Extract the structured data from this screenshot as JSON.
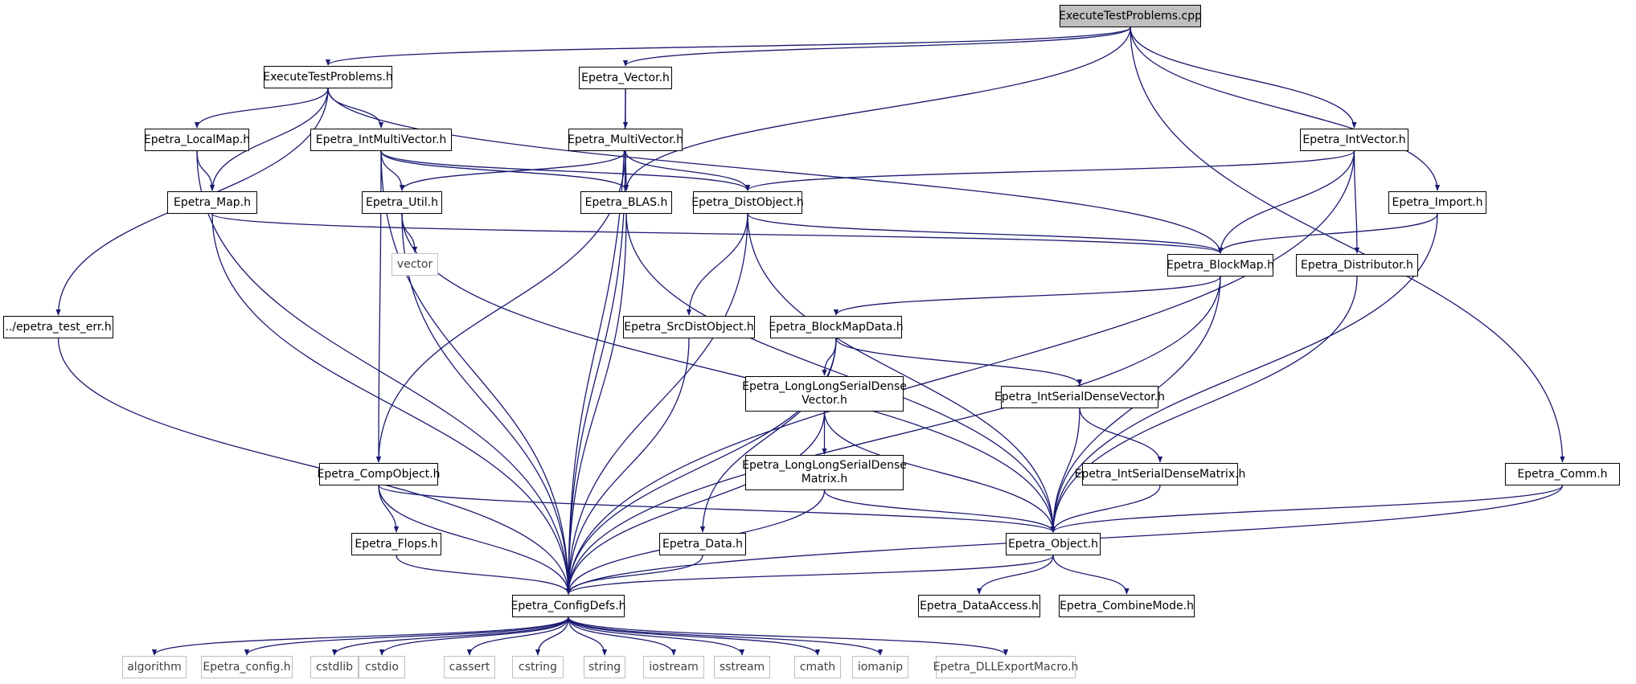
{
  "colors": {
    "edge": "#191970",
    "node_border": "#000000",
    "external_border": "#bfbfbf",
    "root_fill": "#bfbfbf"
  },
  "nodes": [
    {
      "id": "root",
      "label": "ExecuteTestProblems.cpp",
      "kind": "root"
    },
    {
      "id": "etp_h",
      "label": "ExecuteTestProblems.h",
      "kind": "file"
    },
    {
      "id": "vector_h",
      "label": "Epetra_Vector.h",
      "kind": "file"
    },
    {
      "id": "localmap",
      "label": "Epetra_LocalMap.h",
      "kind": "file"
    },
    {
      "id": "intmv",
      "label": "Epetra_IntMultiVector.h",
      "kind": "file"
    },
    {
      "id": "mv",
      "label": "Epetra_MultiVector.h",
      "kind": "file"
    },
    {
      "id": "intvec",
      "label": "Epetra_IntVector.h",
      "kind": "file"
    },
    {
      "id": "map",
      "label": "Epetra_Map.h",
      "kind": "file"
    },
    {
      "id": "util",
      "label": "Epetra_Util.h",
      "kind": "file"
    },
    {
      "id": "blas",
      "label": "Epetra_BLAS.h",
      "kind": "file"
    },
    {
      "id": "distobj",
      "label": "Epetra_DistObject.h",
      "kind": "file"
    },
    {
      "id": "import",
      "label": "Epetra_Import.h",
      "kind": "file"
    },
    {
      "id": "vector_std",
      "label": "vector",
      "kind": "external"
    },
    {
      "id": "blockmap",
      "label": "Epetra_BlockMap.h",
      "kind": "file"
    },
    {
      "id": "distributor",
      "label": "Epetra_Distributor.h",
      "kind": "file"
    },
    {
      "id": "testerr",
      "label": "../epetra_test_err.h",
      "kind": "file"
    },
    {
      "id": "srcdist",
      "label": "Epetra_SrcDistObject.h",
      "kind": "file"
    },
    {
      "id": "bmdata",
      "label": "Epetra_BlockMapData.h",
      "kind": "file"
    },
    {
      "id": "llsdv",
      "label": "Epetra_LongLongSerialDense\nVector.h",
      "kind": "file"
    },
    {
      "id": "isdv",
      "label": "Epetra_IntSerialDenseVector.h",
      "kind": "file"
    },
    {
      "id": "compobj",
      "label": "Epetra_CompObject.h",
      "kind": "file"
    },
    {
      "id": "llsdm",
      "label": "Epetra_LongLongSerialDense\nMatrix.h",
      "kind": "file"
    },
    {
      "id": "isdm",
      "label": "Epetra_IntSerialDenseMatrix.h",
      "kind": "file"
    },
    {
      "id": "comm",
      "label": "Epetra_Comm.h",
      "kind": "file"
    },
    {
      "id": "flops",
      "label": "Epetra_Flops.h",
      "kind": "file"
    },
    {
      "id": "data",
      "label": "Epetra_Data.h",
      "kind": "file"
    },
    {
      "id": "object",
      "label": "Epetra_Object.h",
      "kind": "file"
    },
    {
      "id": "configdefs",
      "label": "Epetra_ConfigDefs.h",
      "kind": "file"
    },
    {
      "id": "dataaccess",
      "label": "Epetra_DataAccess.h",
      "kind": "file"
    },
    {
      "id": "combinemode",
      "label": "Epetra_CombineMode.h",
      "kind": "file"
    },
    {
      "id": "algorithm",
      "label": "algorithm",
      "kind": "external"
    },
    {
      "id": "config",
      "label": "Epetra_config.h",
      "kind": "external"
    },
    {
      "id": "cstdlib",
      "label": "cstdlib",
      "kind": "external"
    },
    {
      "id": "cstdio",
      "label": "cstdio",
      "kind": "external"
    },
    {
      "id": "cassert",
      "label": "cassert",
      "kind": "external"
    },
    {
      "id": "cstring",
      "label": "cstring",
      "kind": "external"
    },
    {
      "id": "string",
      "label": "string",
      "kind": "external"
    },
    {
      "id": "iostream",
      "label": "iostream",
      "kind": "external"
    },
    {
      "id": "sstream",
      "label": "sstream",
      "kind": "external"
    },
    {
      "id": "cmath",
      "label": "cmath",
      "kind": "external"
    },
    {
      "id": "iomanip",
      "label": "iomanip",
      "kind": "external"
    },
    {
      "id": "dllexport",
      "label": "Epetra_DLLExportMacro.h",
      "kind": "external"
    }
  ],
  "edges": [
    [
      "root",
      "etp_h"
    ],
    [
      "root",
      "vector_h"
    ],
    [
      "root",
      "blas"
    ],
    [
      "root",
      "intvec"
    ],
    [
      "root",
      "import"
    ],
    [
      "root",
      "comm"
    ],
    [
      "etp_h",
      "localmap"
    ],
    [
      "etp_h",
      "intmv"
    ],
    [
      "etp_h",
      "map"
    ],
    [
      "etp_h",
      "testerr"
    ],
    [
      "etp_h",
      "blockmap"
    ],
    [
      "vector_h",
      "mv"
    ],
    [
      "vector_h",
      "configdefs"
    ],
    [
      "localmap",
      "map"
    ],
    [
      "localmap",
      "configdefs"
    ],
    [
      "intmv",
      "util"
    ],
    [
      "intmv",
      "blas"
    ],
    [
      "intmv",
      "distobj"
    ],
    [
      "intmv",
      "compobj"
    ],
    [
      "intmv",
      "configdefs"
    ],
    [
      "mv",
      "util"
    ],
    [
      "mv",
      "blas"
    ],
    [
      "mv",
      "distobj"
    ],
    [
      "mv",
      "compobj"
    ],
    [
      "mv",
      "configdefs"
    ],
    [
      "intvec",
      "distobj"
    ],
    [
      "intvec",
      "blockmap"
    ],
    [
      "intvec",
      "distributor"
    ],
    [
      "intvec",
      "configdefs"
    ],
    [
      "map",
      "blockmap"
    ],
    [
      "map",
      "configdefs"
    ],
    [
      "util",
      "vector_std"
    ],
    [
      "util",
      "object"
    ],
    [
      "util",
      "configdefs"
    ],
    [
      "blas",
      "object"
    ],
    [
      "blas",
      "configdefs"
    ],
    [
      "distobj",
      "srcdist"
    ],
    [
      "distobj",
      "blockmap"
    ],
    [
      "distobj",
      "object"
    ],
    [
      "distobj",
      "configdefs"
    ],
    [
      "import",
      "blockmap"
    ],
    [
      "import",
      "object"
    ],
    [
      "blockmap",
      "bmdata"
    ],
    [
      "blockmap",
      "object"
    ],
    [
      "blockmap",
      "configdefs"
    ],
    [
      "distributor",
      "object"
    ],
    [
      "testerr",
      "configdefs"
    ],
    [
      "srcdist",
      "configdefs"
    ],
    [
      "bmdata",
      "llsdv"
    ],
    [
      "bmdata",
      "isdv"
    ],
    [
      "bmdata",
      "data"
    ],
    [
      "bmdata",
      "configdefs"
    ],
    [
      "llsdv",
      "llsdm"
    ],
    [
      "llsdv",
      "object"
    ],
    [
      "llsdv",
      "configdefs"
    ],
    [
      "isdv",
      "isdm"
    ],
    [
      "isdv",
      "object"
    ],
    [
      "compobj",
      "flops"
    ],
    [
      "compobj",
      "object"
    ],
    [
      "compobj",
      "configdefs"
    ],
    [
      "llsdm",
      "object"
    ],
    [
      "llsdm",
      "configdefs"
    ],
    [
      "isdm",
      "object"
    ],
    [
      "comm",
      "object"
    ],
    [
      "comm",
      "configdefs"
    ],
    [
      "flops",
      "configdefs"
    ],
    [
      "data",
      "configdefs"
    ],
    [
      "object",
      "dataaccess"
    ],
    [
      "object",
      "combinemode"
    ],
    [
      "object",
      "configdefs"
    ],
    [
      "configdefs",
      "algorithm"
    ],
    [
      "configdefs",
      "config"
    ],
    [
      "configdefs",
      "cstdlib"
    ],
    [
      "configdefs",
      "cstdio"
    ],
    [
      "configdefs",
      "cassert"
    ],
    [
      "configdefs",
      "cstring"
    ],
    [
      "configdefs",
      "string"
    ],
    [
      "configdefs",
      "iostream"
    ],
    [
      "configdefs",
      "sstream"
    ],
    [
      "configdefs",
      "cmath"
    ],
    [
      "configdefs",
      "iomanip"
    ],
    [
      "configdefs",
      "dllexport"
    ]
  ]
}
